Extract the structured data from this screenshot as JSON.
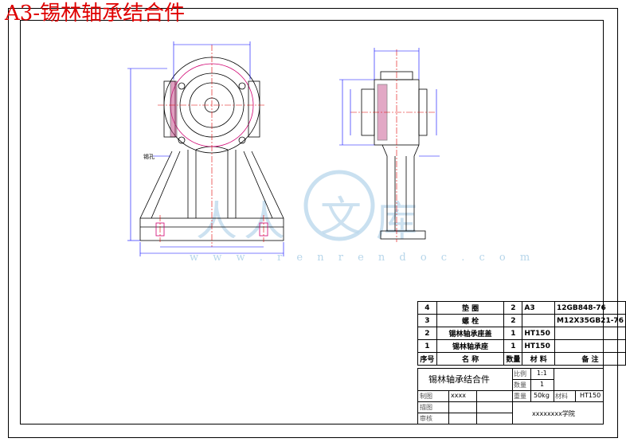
{
  "header": {
    "title": "A3-锡林轴承结合件"
  },
  "watermark": {
    "chars": [
      "人",
      "人",
      "文",
      "库"
    ],
    "url": "w w w . r e n r e n d o c . c o m"
  },
  "drawing": {
    "front_label": "锡孔"
  },
  "bom": {
    "rows": [
      {
        "no": "4",
        "name": "垫 圈",
        "qty": "2",
        "material": "A3",
        "note": "12GB848-76"
      },
      {
        "no": "3",
        "name": "螺 栓",
        "qty": "2",
        "material": "",
        "note": "M12X35GB21-76"
      },
      {
        "no": "2",
        "name": "锡林轴承座盖",
        "qty": "1",
        "material": "HT150",
        "note": ""
      },
      {
        "no": "1",
        "name": "锡林轴承座",
        "qty": "1",
        "material": "HT150",
        "note": ""
      }
    ],
    "header": {
      "no": "序号",
      "name": "名 称",
      "qty": "数量",
      "material": "材 料",
      "note": "备 注"
    }
  },
  "title_block": {
    "name": "锡林轴承结合件",
    "scale_label": "比例",
    "scale_value": "1:1",
    "qty_label": "数量",
    "qty_value": "1",
    "drawn_label": "制图",
    "drawn_value": "xxxx",
    "check_label": "描图",
    "review_label": "审核",
    "weight_label": "重量",
    "weight_value": "50kg",
    "material_label": "材料",
    "material_value": "HT150",
    "school": "xxxxxxxx学院"
  }
}
